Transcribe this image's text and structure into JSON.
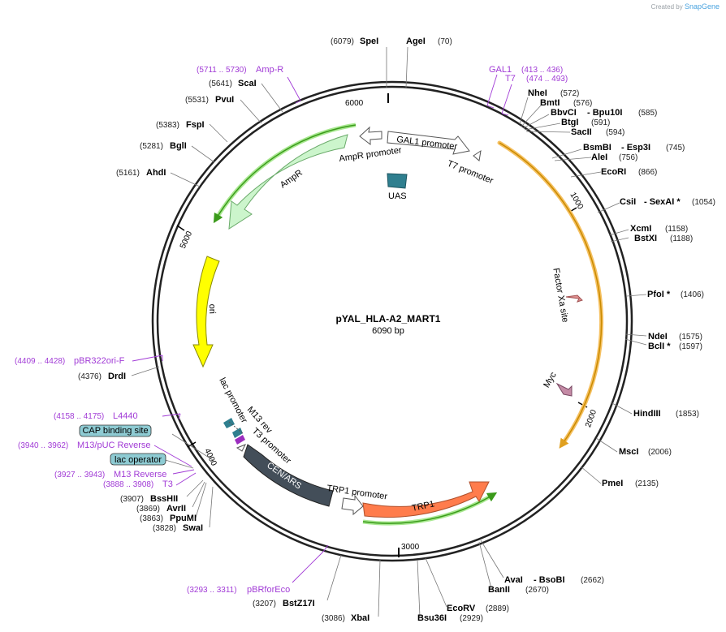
{
  "brand": {
    "created_by": "Created by",
    "name": "SnapGene"
  },
  "plasmid": {
    "name": "pYAL_HLA-A2_MART1",
    "size_label": "6090 bp",
    "length": 6090
  },
  "ticks": [
    "1000",
    "2000",
    "3000",
    "4000",
    "5000",
    "6000"
  ],
  "features": {
    "gal1_promoter": "GAL1 promoter",
    "t7_promoter": "T7 promoter",
    "uas": "UAS",
    "ampr_promoter": "AmpR promoter",
    "ampr": "AmpR",
    "ori": "ori",
    "lac_promoter": "lac promoter",
    "m13_rev": "M13 rev",
    "t3_promoter": "T3 promoter",
    "cen_ars": "CEN/ARS",
    "trp1_promoter": "TRP1 promoter",
    "trp1": "TRP1",
    "factor_xa": "Factor Xa site",
    "myc": "Myc"
  },
  "callouts": {
    "cap_binding_site": "CAP binding site",
    "lac_operator": "lac operator"
  },
  "enzymes": [
    {
      "name": "SpeI",
      "pos": "(6079)"
    },
    {
      "name": "AgeI",
      "pos": "(70)"
    },
    {
      "name": "NheI",
      "pos": "(572)"
    },
    {
      "name": "BmtI",
      "pos": "(576)"
    },
    {
      "name": "BbvCI",
      "extra": "- Bpu10I",
      "pos": "(585)"
    },
    {
      "name": "BtgI",
      "pos": "(591)"
    },
    {
      "name": "SacII",
      "pos": "(594)"
    },
    {
      "name": "BsmBI",
      "extra": "- Esp3I",
      "pos": "(745)"
    },
    {
      "name": "AleI",
      "pos": "(756)"
    },
    {
      "name": "EcoRI",
      "pos": "(866)"
    },
    {
      "name": "CsiI",
      "extra": "- SexAI *",
      "pos": "(1054)"
    },
    {
      "name": "XcmI",
      "pos": "(1158)"
    },
    {
      "name": "BstXI",
      "pos": "(1188)"
    },
    {
      "name": "PfoI *",
      "pos": "(1406)"
    },
    {
      "name": "NdeI",
      "pos": "(1575)"
    },
    {
      "name": "BclI *",
      "pos": "(1597)"
    },
    {
      "name": "HindIII",
      "pos": "(1853)"
    },
    {
      "name": "MscI",
      "pos": "(2006)"
    },
    {
      "name": "PmeI",
      "pos": "(2135)"
    },
    {
      "name": "AvaI",
      "extra": "- BsoBI",
      "pos": "(2662)"
    },
    {
      "name": "BanII",
      "pos": "(2670)"
    },
    {
      "name": "EcoRV",
      "pos": "(2889)"
    },
    {
      "name": "Bsu36I",
      "pos": "(2929)"
    },
    {
      "name": "XbaI",
      "pos": "(3086)"
    },
    {
      "name": "BstZ17I",
      "pos": "(3207)"
    },
    {
      "name": "BssHII",
      "pos": "(3907)"
    },
    {
      "name": "AvrII",
      "pos": "(3869)"
    },
    {
      "name": "PpuMI",
      "pos": "(3863)"
    },
    {
      "name": "SwaI",
      "pos": "(3828)"
    },
    {
      "name": "DrdI",
      "pos": "(4376)"
    },
    {
      "name": "AhdI",
      "pos": "(5161)"
    },
    {
      "name": "BglI",
      "pos": "(5281)"
    },
    {
      "name": "FspI",
      "pos": "(5383)"
    },
    {
      "name": "PvuI",
      "pos": "(5531)"
    },
    {
      "name": "ScaI",
      "pos": "(5641)"
    }
  ],
  "primers": [
    {
      "name": "Amp-R",
      "range": "(5711 .. 5730)"
    },
    {
      "name": "GAL1",
      "range": "(413 .. 436)"
    },
    {
      "name": "T7",
      "range": "(474 .. 493)"
    },
    {
      "name": "pBR322ori-F",
      "range": "(4409 .. 4428)"
    },
    {
      "name": "L4440",
      "range": "(4158 .. 4175)"
    },
    {
      "name": "M13/pUC Reverse",
      "range": "(3940 .. 3962)"
    },
    {
      "name": "M13 Reverse",
      "range": "(3927 .. 3943)"
    },
    {
      "name": "T3",
      "range": "(3888 .. 3908)"
    },
    {
      "name": "pBRforEco",
      "range": "(3293 .. 3311)"
    }
  ],
  "colors": {
    "backbone": "#222222",
    "ampr_fill": "#ccf5cc",
    "ampr_stroke": "#7fbf7f",
    "ori_fill": "#ffff00",
    "trp1_fill": "#ff7c4c",
    "cen_fill": "#434e59",
    "uas_fill": "#2f7f8f",
    "orange_arc": "#f5b020",
    "green_arc": "#3a9a1a",
    "primer": "#a13bd6",
    "callout_fill": "#8ecbd3"
  }
}
